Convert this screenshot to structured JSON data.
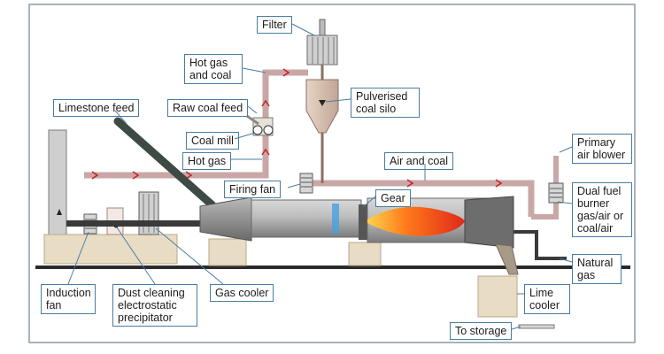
{
  "labels": {
    "filter": "Filter",
    "hot_gas_and_coal": [
      "Hot gas",
      "and coal"
    ],
    "raw_coal_feed": "Raw coal feed",
    "pulverised_coal_silo": [
      "Pulverised",
      "coal silo"
    ],
    "limestone_feed": "Limestone feed",
    "coal_mill": "Coal mill",
    "hot_gas": "Hot gas",
    "air_and_coal": "Air and coal",
    "primary_air_blower": [
      "Primary",
      "air blower"
    ],
    "firing_fan": "Firing fan",
    "gear": "Gear",
    "dual_fuel_burner": [
      "Dual fuel",
      "burner",
      "gas/air or",
      "coal/air"
    ],
    "natural_gas": [
      "Natural",
      "gas"
    ],
    "induction_fan": [
      "Induction",
      "fan"
    ],
    "dust_cleaning": [
      "Dust cleaning",
      "electrostatic",
      "precipitator"
    ],
    "gas_cooler": "Gas cooler",
    "lime_cooler": [
      "Lime",
      "cooler"
    ],
    "to_storage": "To storage"
  },
  "colors": {
    "border": "#8a9aa6",
    "label_border": "#4a7da0",
    "pipe": "#c9a7a7",
    "arrow": "#cc2020",
    "ground": "#2a2a2a",
    "base": "#e8dcc4",
    "kiln": "#9a9a9a",
    "flame": "#ff5a1a"
  }
}
